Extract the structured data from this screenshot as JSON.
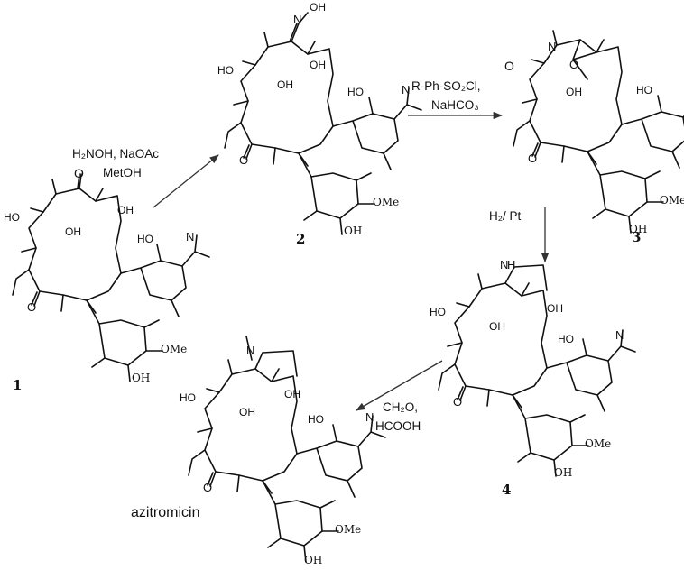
{
  "diagram": {
    "compounds": [
      {
        "id": "c1",
        "number": "1"
      },
      {
        "id": "c2",
        "number": "2"
      },
      {
        "id": "c3",
        "number": "3"
      },
      {
        "id": "c4",
        "number": "4"
      },
      {
        "id": "c5",
        "name": "azitromicin"
      }
    ],
    "steps": [
      {
        "id": "s1",
        "line1": "H₂NOH, NaOAc",
        "line2": "MetOH"
      },
      {
        "id": "s2",
        "line1": "R-Ph-SO₂Cl,",
        "line2": "NaHCO₃"
      },
      {
        "id": "s3",
        "line1": "H₂/ Pt"
      },
      {
        "id": "s4",
        "line1": "CH₂O,",
        "line2": "HCOOH"
      }
    ],
    "atom_labels": {
      "O": "O",
      "N": "N",
      "NH": "H",
      "OH": "OH",
      "HO": "HO",
      "OMe": "OMe",
      "NOH": "OH"
    }
  }
}
